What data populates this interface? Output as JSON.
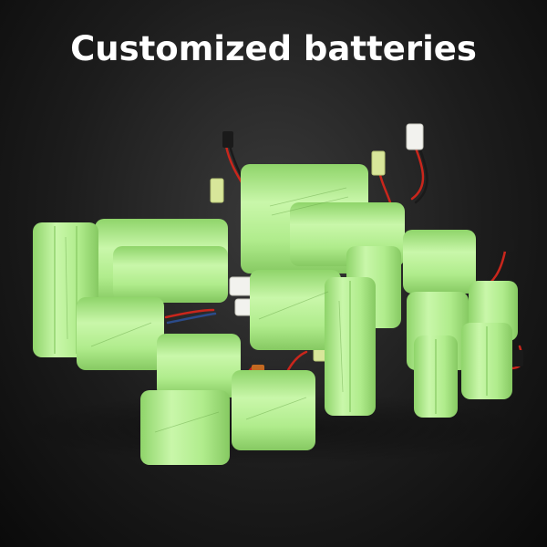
{
  "title": "Customized batteries",
  "scene": {
    "subject": "green NiMH battery packs with wires and connectors",
    "background": "dark gray gradient"
  },
  "colors": {
    "cell": "#b7f095",
    "cell_shade": "#8fd46a",
    "wire_red": "#c9261c",
    "wire_black": "#1a1a1a",
    "connector_white": "#f2f2ee",
    "connector_yellow": "#d8e69a",
    "title": "#ffffff"
  }
}
